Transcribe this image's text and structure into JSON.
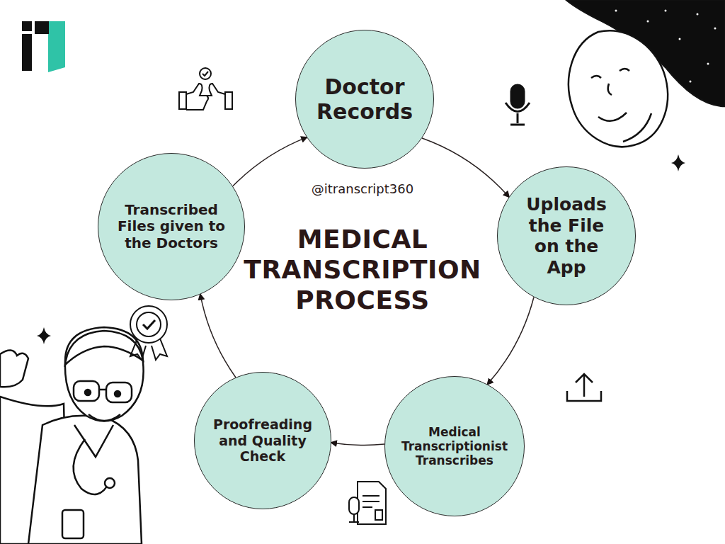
{
  "diagram": {
    "title": "MEDICAL TRANSCRIPTION PROCESS",
    "nodes": [
      {
        "text": [
          "Doctor Records"
        ]
      },
      {
        "text": [
          "Uploads the File on the App"
        ]
      },
      {
        "text": [
          "Medical Transcriptionist Transcribes"
        ]
      },
      {
        "text": [
          "Proofreading and Quality Check"
        ]
      },
      {
        "text": [
          "Transcribed Files given to the Doctors"
        ]
      }
    ],
    "edges": [
      {
        "from": 0,
        "to": 1,
        "arrow": "to"
      },
      {
        "from": 1,
        "to": 2,
        "arrow": "to"
      },
      {
        "from": 2,
        "to": 3,
        "arrow": "to"
      },
      {
        "from": 3,
        "to": 4,
        "arrow": "to"
      },
      {
        "from": 4,
        "to": 0,
        "arrow": "to"
      }
    ],
    "labels": [
      "@itranscript360"
    ]
  }
}
